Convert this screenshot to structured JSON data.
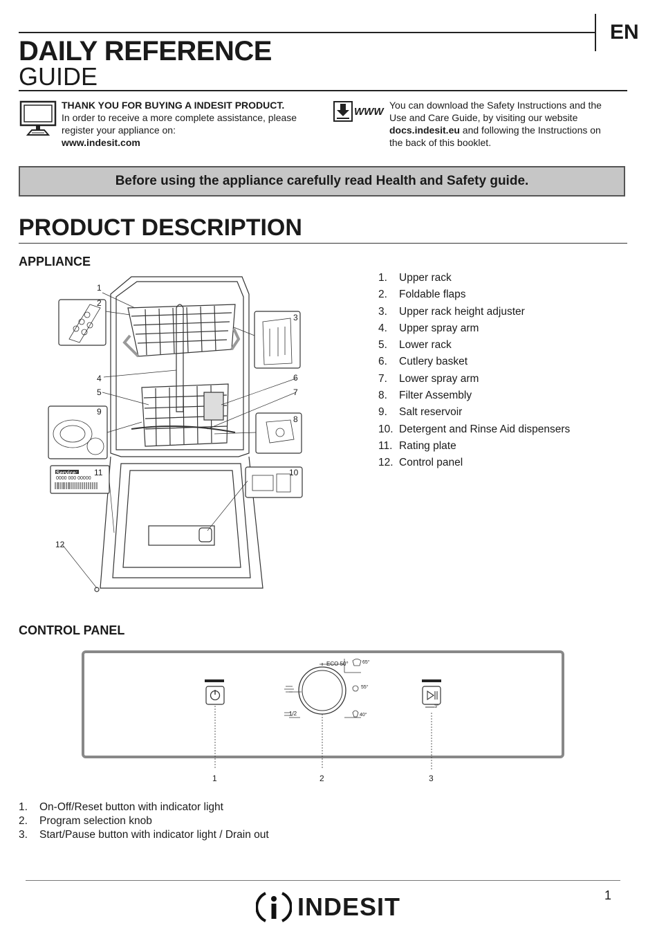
{
  "header": {
    "language": "EN",
    "title_line1": "DAILY REFERENCE",
    "title_line2": "GUIDE"
  },
  "intro": {
    "thanks_heading": "THANK YOU FOR BUYING A INDESIT PRODUCT.",
    "thanks_line1": "In order to receive a more complete  assistance,  please",
    "thanks_line2": "register your appliance on:",
    "thanks_url": "www.indesit.com",
    "download_icon_text": "WWW",
    "download_line1": "You can download the Safety Instructions and the",
    "download_line2": "Use and Care Guide, by visiting our website",
    "download_url": "docs.indesit.eu",
    "download_line3_rest": " and following  the Instructions on",
    "download_line4": "the back of this booklet."
  },
  "banner": "Before using the appliance carefully read Health and Safety guide.",
  "section_title": "PRODUCT  DESCRIPTION",
  "appliance": {
    "heading": "APPLIANCE",
    "items": [
      {
        "num": "1.",
        "label": "Upper rack"
      },
      {
        "num": "2.",
        "label": "Foldable flaps"
      },
      {
        "num": "3.",
        "label": "Upper rack height adjuster"
      },
      {
        "num": "4.",
        "label": "Upper spray arm"
      },
      {
        "num": "5.",
        "label": "Lower rack"
      },
      {
        "num": "6.",
        "label": "Cutlery basket"
      },
      {
        "num": "7.",
        "label": "Lower spray arm"
      },
      {
        "num": "8.",
        "label": "Filter Assembly"
      },
      {
        "num": "9.",
        "label": "Salt reservoir"
      },
      {
        "num": "10.",
        "label": "Detergent and Rinse Aid dispensers"
      },
      {
        "num": "11.",
        "label": "Rating plate"
      },
      {
        "num": "12.",
        "label": "Control panel"
      }
    ],
    "callouts": [
      "1",
      "2",
      "3",
      "4",
      "5",
      "6",
      "7",
      "8",
      "9",
      "10",
      "11",
      "12"
    ],
    "rating_plate_brand": "Service:",
    "rating_plate_number": "0000 000 00000"
  },
  "control_panel": {
    "heading": "CONTROL PANEL",
    "knob_labels": {
      "eco": "ECO",
      "eco_temp": "50°",
      "temp_65": "65°",
      "temp_55": "55°",
      "temp_40": "40°",
      "half": "1/2",
      "timer": "3\""
    },
    "callouts": [
      "1",
      "2",
      "3"
    ],
    "items": [
      {
        "num": "1.",
        "label": "On-Off/Reset button with indicator light"
      },
      {
        "num": "2.",
        "label": "Program selection knob"
      },
      {
        "num": "3.",
        "label": "Start/Pause button with indicator light / Drain out"
      }
    ]
  },
  "footer": {
    "brand": "INDESIT",
    "page_number": "1"
  }
}
